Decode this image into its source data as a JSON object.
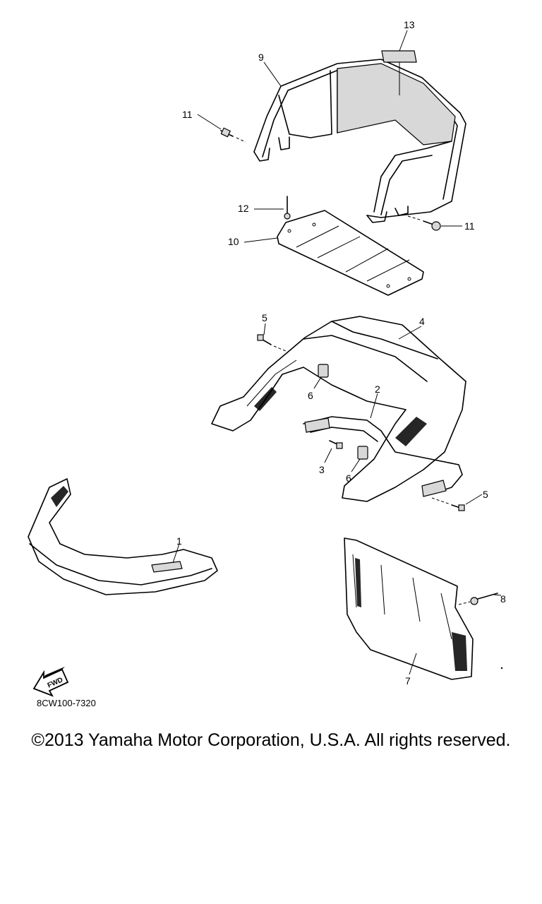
{
  "callouts": {
    "c1": "1",
    "c2": "2",
    "c3": "3",
    "c4": "4",
    "c5a": "5",
    "c5b": "5",
    "c6a": "6",
    "c6b": "6",
    "c7": "7",
    "c8": "8",
    "c9": "9",
    "c10": "10",
    "c11a": "11",
    "c11b": "11",
    "c12": "12",
    "c13": "13"
  },
  "fwd_label": "FWD",
  "diagram_code": "8CW100-7320",
  "copyright": "©2013 Yamaha Motor Corporation, U.S.A. All rights reserved."
}
